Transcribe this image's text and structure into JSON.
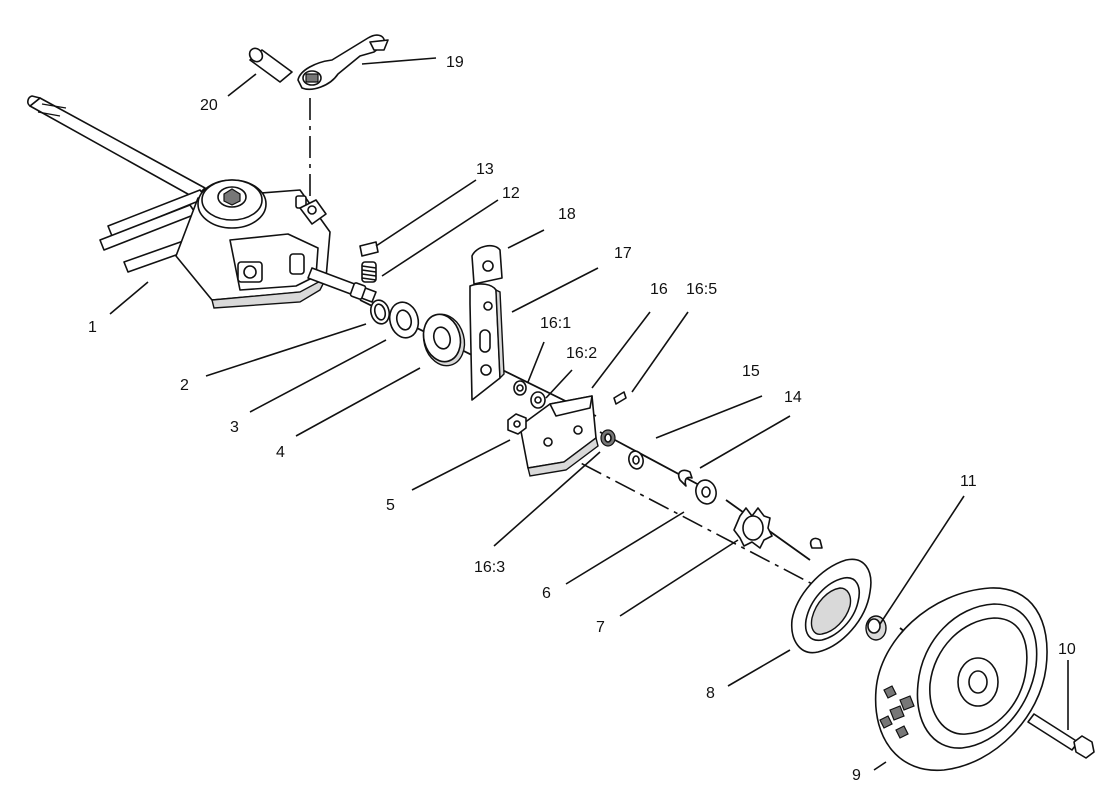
{
  "diagram": {
    "callouts": [
      {
        "id": "c1",
        "label": "1"
      },
      {
        "id": "c2",
        "label": "2"
      },
      {
        "id": "c3",
        "label": "3"
      },
      {
        "id": "c4",
        "label": "4"
      },
      {
        "id": "c5",
        "label": "5"
      },
      {
        "id": "c6",
        "label": "6"
      },
      {
        "id": "c7",
        "label": "7"
      },
      {
        "id": "c8",
        "label": "8"
      },
      {
        "id": "c9",
        "label": "9"
      },
      {
        "id": "c10",
        "label": "10"
      },
      {
        "id": "c11",
        "label": "11"
      },
      {
        "id": "c12",
        "label": "12"
      },
      {
        "id": "c13",
        "label": "13"
      },
      {
        "id": "c14",
        "label": "14"
      },
      {
        "id": "c15",
        "label": "15"
      },
      {
        "id": "c16",
        "label": "16"
      },
      {
        "id": "c16_1",
        "label": "16:1"
      },
      {
        "id": "c16_2",
        "label": "16:2"
      },
      {
        "id": "c16_3",
        "label": "16:3"
      },
      {
        "id": "c16_5",
        "label": "16:5"
      },
      {
        "id": "c17",
        "label": "17"
      },
      {
        "id": "c18",
        "label": "18"
      },
      {
        "id": "c19",
        "label": "19"
      },
      {
        "id": "c20",
        "label": "20"
      }
    ]
  }
}
